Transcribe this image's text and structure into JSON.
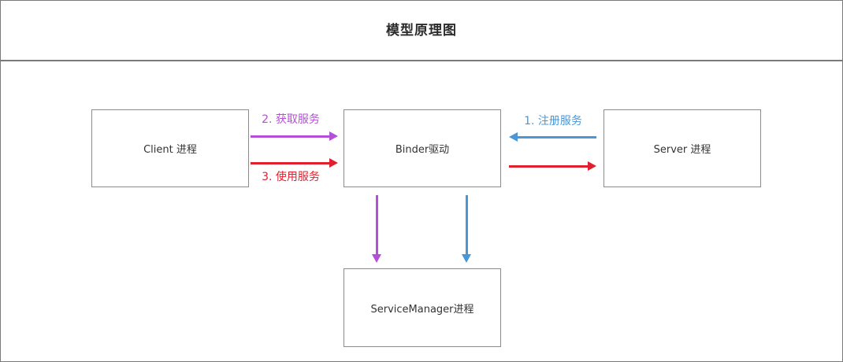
{
  "header": {
    "title": "模型原理图"
  },
  "diagram": {
    "nodes": {
      "client": {
        "label": "Client 进程"
      },
      "binder": {
        "label": "Binder驱动"
      },
      "server": {
        "label": "Server 进程"
      },
      "service_manager": {
        "label": "ServiceManager进程"
      }
    },
    "edges": {
      "register": {
        "label": "1. 注册服务",
        "color": "#4a97d8",
        "from": "server",
        "to": "binder"
      },
      "acquire": {
        "label": "2. 获取服务",
        "color": "#b44fd8",
        "from": "client",
        "to": "binder"
      },
      "use": {
        "label": "3. 使用服务",
        "color": "#e0202e",
        "from": "client",
        "to": "binder"
      },
      "binder_to_server": {
        "color": "#e0202e",
        "from": "binder",
        "to": "server"
      },
      "binder_to_sm_purple": {
        "color": "#b44fd8",
        "from": "binder",
        "to": "service_manager"
      },
      "binder_to_sm_blue": {
        "color": "#4a97d8",
        "from": "binder",
        "to": "service_manager"
      }
    }
  },
  "colors": {
    "border": "#7a7a7a",
    "node_border": "#8c8c8c",
    "text": "#333333",
    "purple": "#b44fd8",
    "red": "#e0202e",
    "blue": "#4a97d8"
  }
}
